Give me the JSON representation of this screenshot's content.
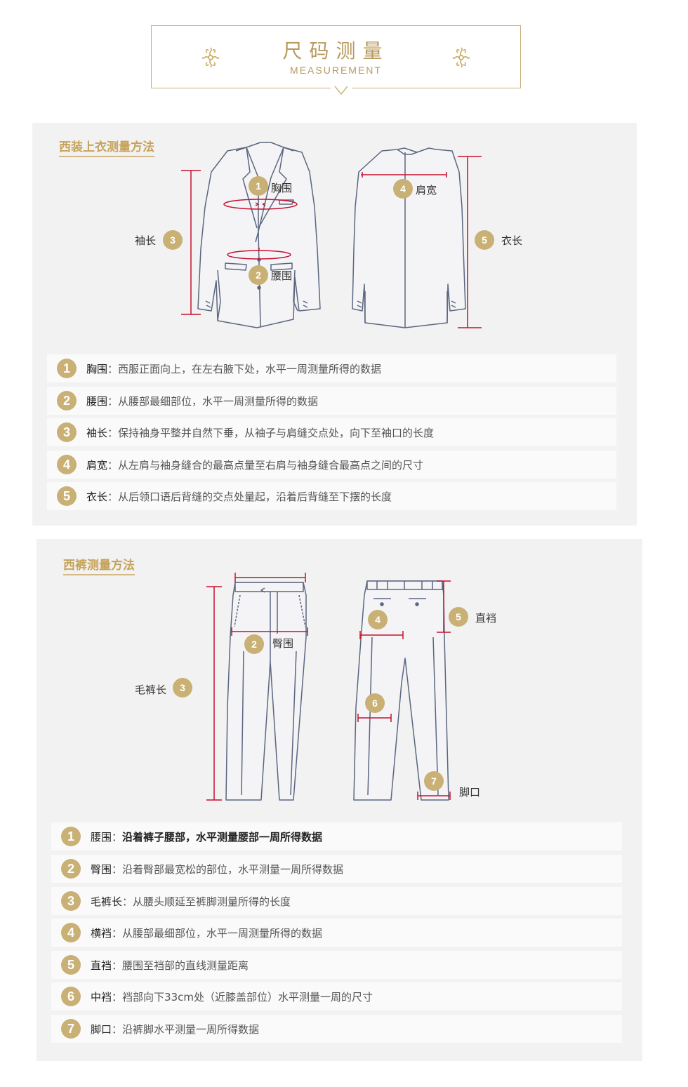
{
  "header": {
    "title": "尺码测量",
    "subtitle": "MEASUREMENT"
  },
  "colors": {
    "accent": "#c9b075",
    "title": "#b89a5e",
    "measure_line": "#c8102e",
    "panel": "#f2f2f2"
  },
  "jacket": {
    "title": "西装上衣测量方法",
    "diagram_labels": {
      "chest": "胸围",
      "waist": "腰围",
      "sleeve": "袖长",
      "shoulder": "肩宽",
      "length": "衣长"
    },
    "items": [
      {
        "num": "1",
        "term": "胸围",
        "sep": "：",
        "desc": "西服正面向上，在左右腋下处，水平一周测量所得的数据"
      },
      {
        "num": "2",
        "term": "腰围",
        "sep": "：",
        "desc": "从腰部最细部位，水平一周测量所得的数据"
      },
      {
        "num": "3",
        "term": "袖长",
        "sep": "：",
        "desc": "保持袖身平整并自然下垂，从袖子与肩缝交点处，向下至袖口的长度"
      },
      {
        "num": "4",
        "term": "肩宽",
        "sep": "：",
        "desc": "从左肩与袖身缝合的最高点量至右肩与袖身缝合最高点之间的尺寸"
      },
      {
        "num": "5",
        "term": "衣长",
        "sep": "：",
        "desc": "从后领口语后背缝的交点处量起，沿着后背缝至下摆的长度"
      }
    ]
  },
  "trousers": {
    "title": "西裤测量方法",
    "diagram_labels": {
      "hip": "臀围",
      "length": "毛裤长",
      "crotch": "直裆",
      "hem": "脚口"
    },
    "items": [
      {
        "num": "1",
        "term": "腰围",
        "sep": "：",
        "desc": "沿着裤子腰部，水平测量腰部一周所得数据"
      },
      {
        "num": "2",
        "term": "臀围",
        "sep": "：",
        "desc": "沿着臀部最宽松的部位，水平测量一周所得数据"
      },
      {
        "num": "3",
        "term": "毛裤长",
        "sep": "：",
        "desc": "从腰头顺延至裤脚测量所得的长度"
      },
      {
        "num": "4",
        "term": "横裆",
        "sep": "：",
        "desc": "从腰部最细部位，水平一周测量所得的数据"
      },
      {
        "num": "5",
        "term": "直裆",
        "sep": "：",
        "desc": "腰围至裆部的直线测量距离"
      },
      {
        "num": "6",
        "term": "中裆",
        "sep": "：",
        "desc": "裆部向下33cm处（近膝盖部位）水平测量一周的尺寸"
      },
      {
        "num": "7",
        "term": "脚口",
        "sep": "：",
        "desc": "沿裤脚水平测量一周所得数据"
      }
    ]
  }
}
